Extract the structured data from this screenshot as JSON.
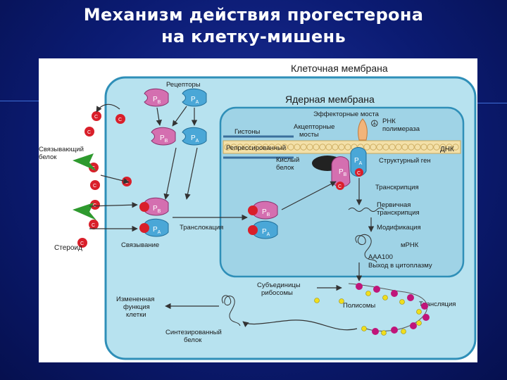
{
  "slide": {
    "title_line1": "Механизм действия прогестерона",
    "title_line2": "на клетку-мишень"
  },
  "diagram": {
    "cell_membrane": "Клеточная мембрана",
    "nuclear_membrane": "Ядерная мембрана",
    "receptors": "Рецепторы",
    "receptor_b": "P",
    "receptor_b_sub": "B",
    "receptor_a": "P",
    "receptor_a_sub": "A",
    "steroid_mark": "C",
    "binding_protein": [
      "Связывающий",
      "белок"
    ],
    "steroid": "Стероид",
    "binding": "Связывание",
    "translocation": "Транслокация",
    "effector_bridges": "Эффекторные моста",
    "histones": "Гистоны",
    "acceptor_bridges": [
      "Акцепторные",
      "мосты"
    ],
    "rna_polymerase": [
      "РНК",
      "полимераза"
    ],
    "repressed": "Репрессированный",
    "dna": "ДНК",
    "acidic_protein": [
      "Кислый",
      "белок"
    ],
    "structural_gene": "Структурный ген",
    "transcription": "Транскрипция",
    "primary_transcript": [
      "Первичная",
      "транскрипция"
    ],
    "modification": "Модификация",
    "mrna": "мРНК",
    "aaa100": "AAA100",
    "export": "Выход в цитоплазму",
    "ribosome_subunits": [
      "Субъединицы",
      "рибосомы"
    ],
    "polysomes": "Полисомы",
    "translation": "Трансляция",
    "altered_function": [
      "Измененная",
      "функция",
      "клетки"
    ],
    "synthesized_protein": [
      "Синтезированный",
      "белок"
    ]
  },
  "colors": {
    "cell_fill": "#b7e2ef",
    "nucleus_fill": "#9fd3e6",
    "receptor_b": "#d46fb0",
    "receptor_a": "#4aa7d7",
    "steroid": "#d91f2a",
    "binding_protein": "#2e9a2e",
    "bead": "#f3e0a8",
    "polysome_magenta": "#c0157a",
    "polysome_yellow": "#f0de1c"
  }
}
